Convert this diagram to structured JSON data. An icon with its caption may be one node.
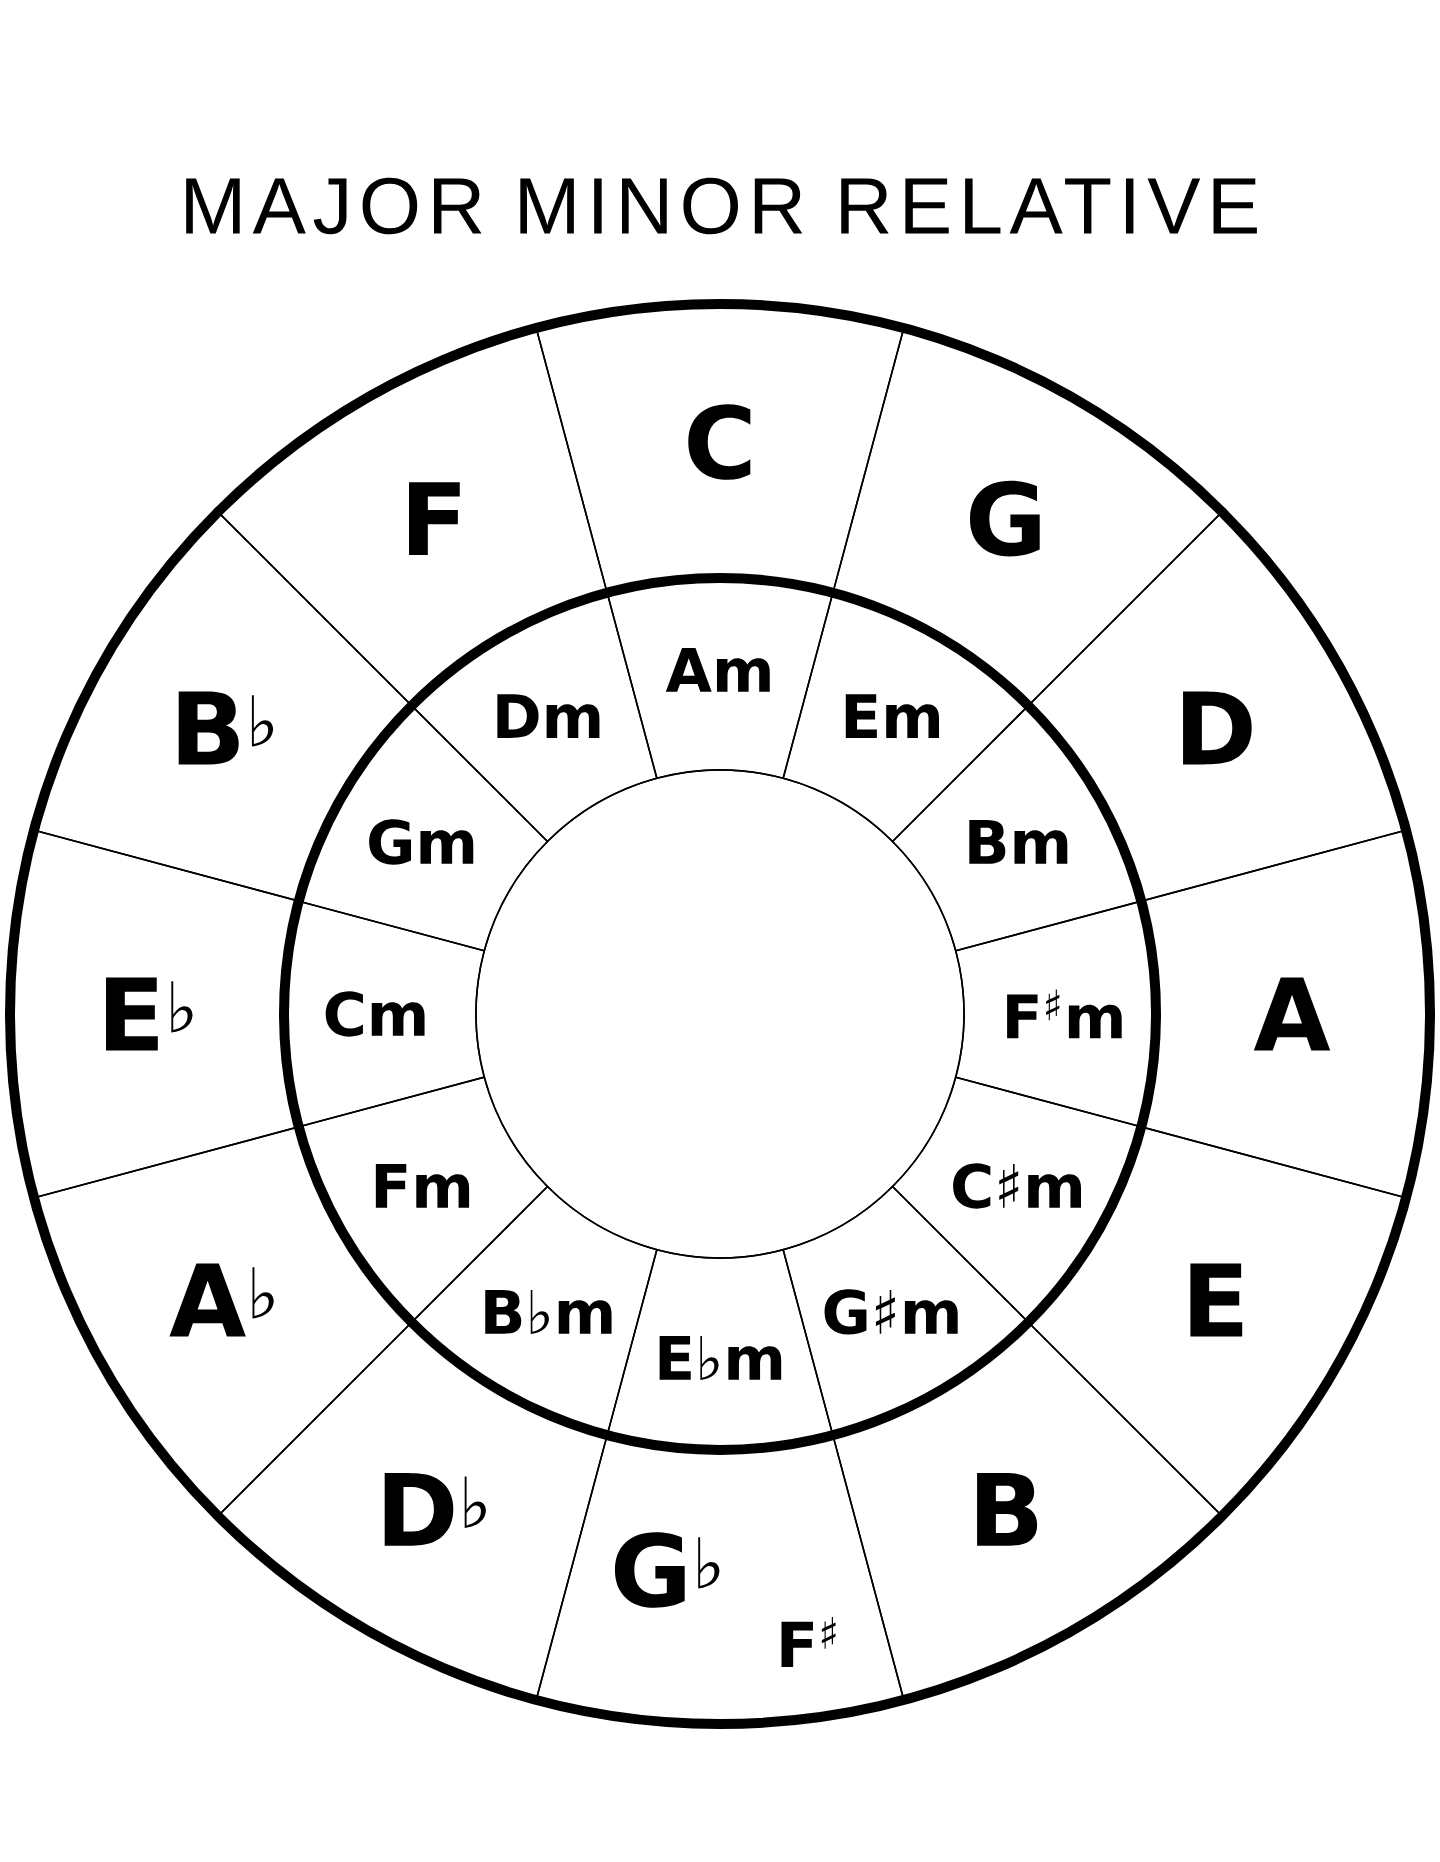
{
  "diagram": {
    "title": "MAJOR MINOR RELATIVE",
    "nodes": [
      {
        "text": [
          "C"
        ]
      },
      {
        "text": [
          "G"
        ]
      },
      {
        "text": [
          "D"
        ]
      },
      {
        "text": [
          "A"
        ]
      },
      {
        "text": [
          "E"
        ]
      },
      {
        "text": [
          "B"
        ]
      },
      {
        "text": [
          "G$^{♭}$",
          "F$^{♯}$"
        ]
      },
      {
        "text": [
          "D$^{♭}$"
        ]
      },
      {
        "text": [
          "A$^{♭}$"
        ]
      },
      {
        "text": [
          "E$^{♭}$"
        ]
      },
      {
        "text": [
          "B$^{♭}$"
        ]
      },
      {
        "text": [
          "F"
        ]
      },
      {
        "text": [
          "Am"
        ]
      },
      {
        "text": [
          "Em"
        ]
      },
      {
        "text": [
          "Bm"
        ]
      },
      {
        "text": [
          "F$^{♯}$m"
        ]
      },
      {
        "text": [
          "C♯m"
        ]
      },
      {
        "text": [
          "G♯m"
        ]
      },
      {
        "text": [
          "E♭m"
        ]
      },
      {
        "text": [
          "B♭m"
        ]
      },
      {
        "text": [
          "Fm"
        ]
      },
      {
        "text": [
          "Cm"
        ]
      },
      {
        "text": [
          "Gm"
        ]
      },
      {
        "text": [
          "Dm"
        ]
      },
      {
        "text": [],
        "shape": "circle"
      }
    ]
  }
}
